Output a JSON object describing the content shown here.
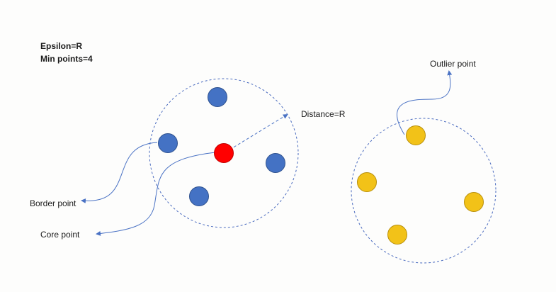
{
  "params": {
    "epsilon": "Epsilon=R",
    "min_points": "Min points=4"
  },
  "labels": {
    "distance": "Distance=R",
    "border_point": "Border point",
    "core_point": "Core point",
    "outlier_point": "Outlier point"
  },
  "colors": {
    "blue_point": "#4472c4",
    "core_point": "#ff0000",
    "yellow_point": "#f2c218",
    "circle_outline": "#4a6bbf",
    "arrow": "#4a72c4"
  }
}
